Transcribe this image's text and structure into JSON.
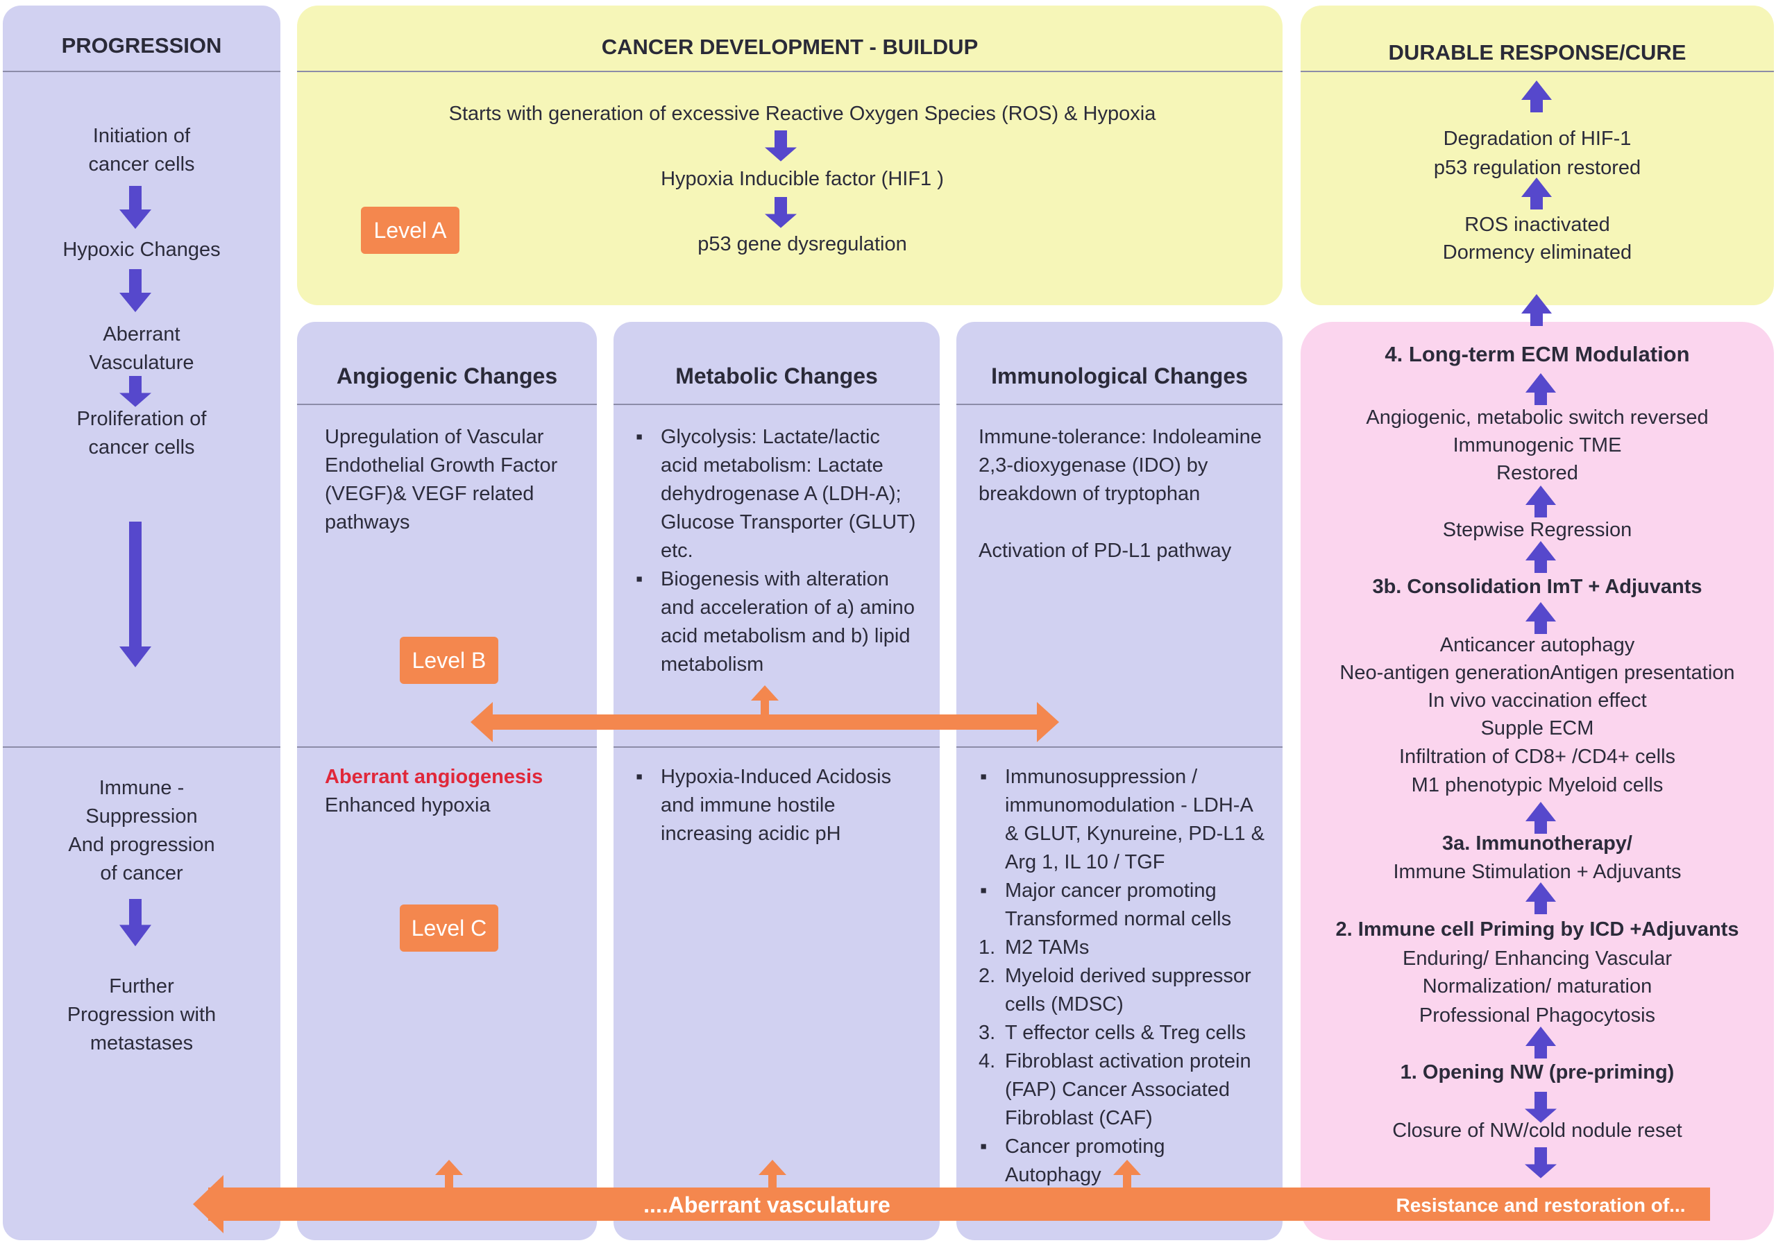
{
  "colors": {
    "lavender": "#d1d1f1",
    "yellow": "#f6f6b8",
    "pink": "#fbd5ee",
    "arrow_purple": "#5648cc",
    "arrow_orange": "#f4874e",
    "highlight_red": "#e0283a"
  },
  "progression": {
    "title": "PROGRESSION",
    "step1": [
      "Initiation of",
      "cancer cells"
    ],
    "step2": "Hypoxic Changes",
    "step3": [
      "Aberrant",
      "Vasculature"
    ],
    "step4": [
      "Proliferation of",
      "cancer cells"
    ],
    "step5": [
      "Immune -",
      "Suppression",
      "And progression",
      "of cancer"
    ],
    "step6": [
      "Further",
      "Progression with",
      "metastases"
    ]
  },
  "buildup": {
    "title": "CANCER DEVELOPMENT - BUILDUP",
    "line1": "Starts with generation of excessive Reactive Oxygen Species (ROS) & Hypoxia",
    "line2": "Hypoxia Inducible factor   (HIF1  )",
    "line3": "p53 gene dysregulation",
    "level": "Level A"
  },
  "cure": {
    "title": "DURABLE RESPONSE/CURE",
    "items": [
      "Degradation of HIF-1",
      "p53 regulation restored",
      "ROS inactivated",
      "Dormency eliminated"
    ]
  },
  "angiogenic": {
    "title": "Angiogenic Changes",
    "text": [
      "Upregulation of Vascular",
      "Endothelial Growth Factor",
      "(VEGF)& VEGF related",
      "pathways"
    ],
    "level_b": "Level B",
    "red": "Aberrant angiogenesis",
    "text2": "Enhanced hypoxia",
    "level_c": "Level C"
  },
  "metabolic": {
    "title": "Metabolic Changes",
    "b1": [
      "Glycolysis: Lactate/lactic",
      "acid metabolism: Lactate",
      "dehydrogenase A (LDH-A);",
      "Glucose Transporter (GLUT)",
      "etc."
    ],
    "b2": [
      "Biogenesis with alteration",
      "and acceleration of a) amino",
      "acid metabolism and b) lipid",
      "metabolism"
    ],
    "b3": [
      "Hypoxia-Induced Acidosis",
      "and immune hostile",
      "increasing acidic pH"
    ]
  },
  "immuno": {
    "title": "Immunological Changes",
    "p1": [
      "Immune-tolerance: Indoleamine",
      "2,3-dioxygenase (IDO) by",
      "breakdown of tryptophan"
    ],
    "p2": "Activation of PD-L1 pathway",
    "b1": [
      "Immunosuppression /",
      "immunomodulation - LDH-A",
      "& GLUT, Kynureine, PD-L1 &",
      "Arg 1, IL 10 / TGF"
    ],
    "b2": [
      "Major cancer promoting",
      "Transformed normal cells"
    ],
    "n1": "M2 TAMs",
    "n2": [
      "Myeloid derived suppressor",
      "cells (MDSC)"
    ],
    "n3": "T effector cells & Treg cells",
    "n4": [
      "Fibroblast activation protein",
      "(FAP) Cancer Associated",
      "Fibroblast (CAF)"
    ],
    "b3": [
      "Cancer promoting",
      "Autophagy"
    ]
  },
  "modulation": {
    "h4": "4. Long-term ECM Modulation",
    "i4a": "Angiogenic, metabolic switch reversed",
    "i4b": "Immunogenic TME",
    "i4c": "Restored",
    "step": "Stepwise Regression",
    "h3b": "3b. Consolidation ImT +  Adjuvants",
    "i3b1": "Anticancer autophagy",
    "i3b2": "Neo-antigen generationAntigen presentation",
    "i3b3": "In vivo vaccination effect",
    "i3b4": "Supple ECM",
    "i3b5": "Infiltration of CD8+ /CD4+ cells",
    "i3b6": "M1 phenotypic Myeloid cells",
    "h3a": "3a. Immunotherapy/",
    "i3a": "Immune Stimulation + Adjuvants",
    "h2": "2. Immune cell Priming by ICD +Adjuvants",
    "i2a": "Enduring/ Enhancing Vascular",
    "i2b": "Normalization/ maturation",
    "i2c": "Professional Phagocytosis",
    "h1": "1. Opening NW (pre-priming)",
    "i1": "Closure of NW/cold nodule reset"
  },
  "bottom_arrow": {
    "left_label": "....Aberrant vasculature",
    "right_label": "Resistance and restoration of..."
  }
}
